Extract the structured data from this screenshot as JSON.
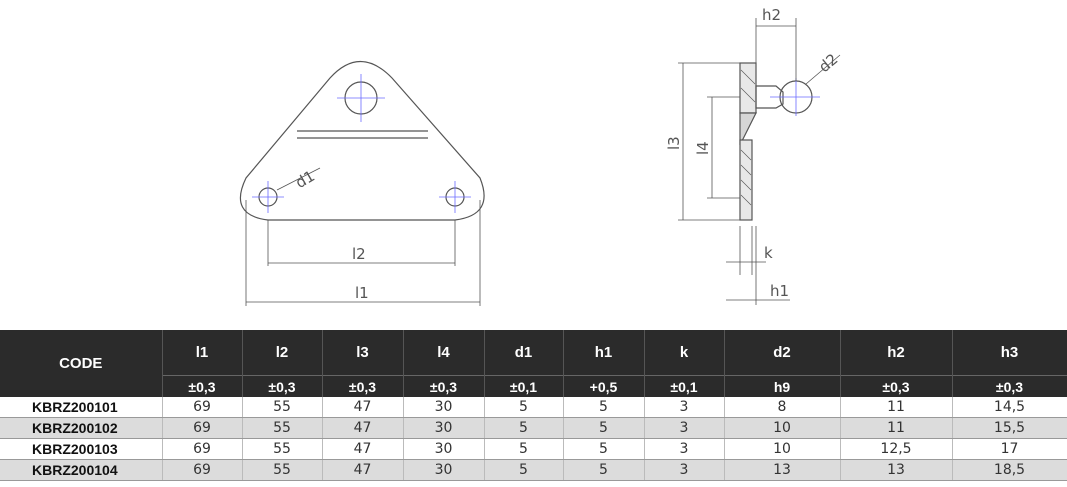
{
  "drawing": {
    "front_view": {
      "label_d1": "d1",
      "label_l1": "l1",
      "label_l2": "l2"
    },
    "side_view": {
      "label_h2": "h2",
      "label_d2": "d2",
      "label_l3": "l3",
      "label_l4": "l4",
      "label_k": "k",
      "label_h1": "h1"
    }
  },
  "table": {
    "headers": [
      {
        "label": "CODE",
        "tolerance": ""
      },
      {
        "label": "l1",
        "tolerance": "±0,3"
      },
      {
        "label": "l2",
        "tolerance": "±0,3"
      },
      {
        "label": "l3",
        "tolerance": "±0,3"
      },
      {
        "label": "l4",
        "tolerance": "±0,3"
      },
      {
        "label": "d1",
        "tolerance": "±0,1"
      },
      {
        "label": "h1",
        "tolerance": "+0,5"
      },
      {
        "label": "k",
        "tolerance": "±0,1"
      },
      {
        "label": "d2",
        "tolerance": "h9"
      },
      {
        "label": "h2",
        "tolerance": "±0,3"
      },
      {
        "label": "h3",
        "tolerance": "±0,3"
      }
    ],
    "rows": [
      [
        "KBRZ200101",
        "69",
        "55",
        "47",
        "30",
        "5",
        "5",
        "3",
        "8",
        "11",
        "14,5"
      ],
      [
        "KBRZ200102",
        "69",
        "55",
        "47",
        "30",
        "5",
        "5",
        "3",
        "10",
        "11",
        "15,5"
      ],
      [
        "KBRZ200103",
        "69",
        "55",
        "47",
        "30",
        "5",
        "5",
        "3",
        "10",
        "12,5",
        "17"
      ],
      [
        "KBRZ200104",
        "69",
        "55",
        "47",
        "30",
        "5",
        "5",
        "3",
        "13",
        "13",
        "18,5"
      ]
    ]
  }
}
